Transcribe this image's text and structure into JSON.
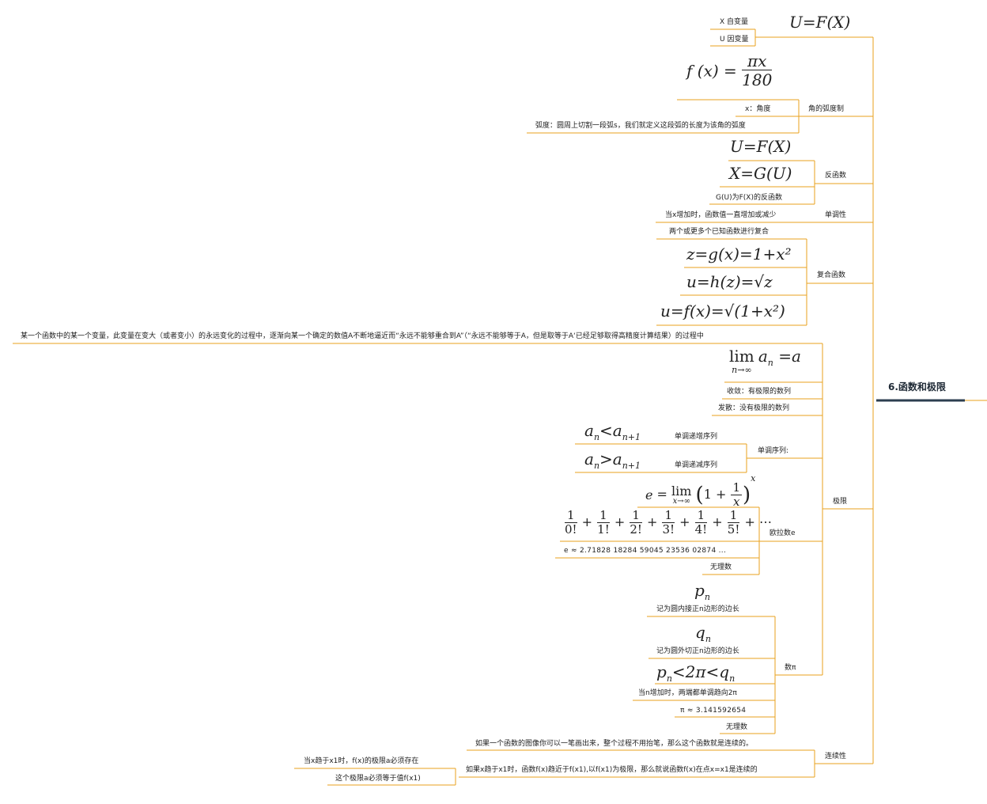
{
  "root": "6.函数和极限",
  "branches": {
    "mapping": {
      "formula": "U=F(X)",
      "x_var": "X 自变量",
      "u_var": "U 因变量"
    },
    "radian": {
      "label": "角的弧度制",
      "formula_lhs": "f (x) =",
      "formula_num": "πx",
      "formula_den": "180",
      "x_note": "x：角度",
      "arc_note": "弧度：圆周上切割一段弧s，我们就定义这段弧的长度为该角的弧度"
    },
    "inverse": {
      "label": "反函数",
      "f1": "U=F(X)",
      "f2": "X=G(U)",
      "note": "G(U)为F(X)的反函数"
    },
    "monotonic": {
      "label": "单调性",
      "note": "当x增加时，函数值一直增加或减少"
    },
    "composite": {
      "label": "复合函数",
      "note": "两个或更多个已知函数进行复合",
      "f1": "z=g(x)=1+x²",
      "f2": "u=h(z)=√z",
      "f3": "u=f(x)=√(1+x²)"
    },
    "limit": {
      "label": "极限",
      "definition": "某一个函数中的某一个变量，此变量在变大（或者变小）的永远变化的过程中，逐渐向某一个确定的数值A不断地逼近而“永远不能够重合到A”（“永远不能够等于A，但是取等于A‘已经足够取得高精度计算结果）的过程中",
      "lim_formula": "lim aₙ = a",
      "convergent": "收敛：有极限的数列",
      "divergent": "发散：没有极限的数列",
      "monotone_seq": {
        "label": "单调序列:",
        "inc_formula": "aₙ<aₙ₊₁",
        "inc_label": "单调递增序列",
        "dec_formula": "aₙ>aₙ₊₁",
        "dec_label": "单调递减序列"
      },
      "euler": {
        "label": "欧拉数e",
        "lim_formula": "e = lim (1 + 1/x)^x",
        "series": "1/0! + 1/1! + 1/2! + 1/3! + 1/4! + 1/5! + ⋯",
        "value": "e ≈ 2.71828 18284 59045 23536 02874 ...",
        "irrational": "无理数"
      },
      "pi": {
        "label": "数π",
        "pn": "pₙ",
        "pn_note": "记为圆内接正n边形的边长",
        "qn": "qₙ",
        "qn_note": "记为圆外切正n边形的边长",
        "ineq": "pₙ<2π<qₙ",
        "converge_note": "当n增加时，两端都单调趋向2π",
        "value": "π ≈ 3.141592654",
        "irrational": "无理数"
      }
    },
    "continuity": {
      "label": "连续性",
      "note1": "如果一个函数的图像你可以一笔画出来，整个过程不用抬笔，那么这个函数就是连续的。",
      "note2": "如果x趋于x1时，函数f(x)趋近于f(x1),以f(x1)为极限，那么就说函数f(x)在点x=x1是连续的",
      "cond1": "当x趋于x1时，f(x)的极限a必须存在",
      "cond2": "这个极限a必须等于值f(x1)"
    }
  },
  "colors": {
    "connector": "#e8a21e",
    "root_underline": "#2c3e50",
    "text": "#222222"
  }
}
